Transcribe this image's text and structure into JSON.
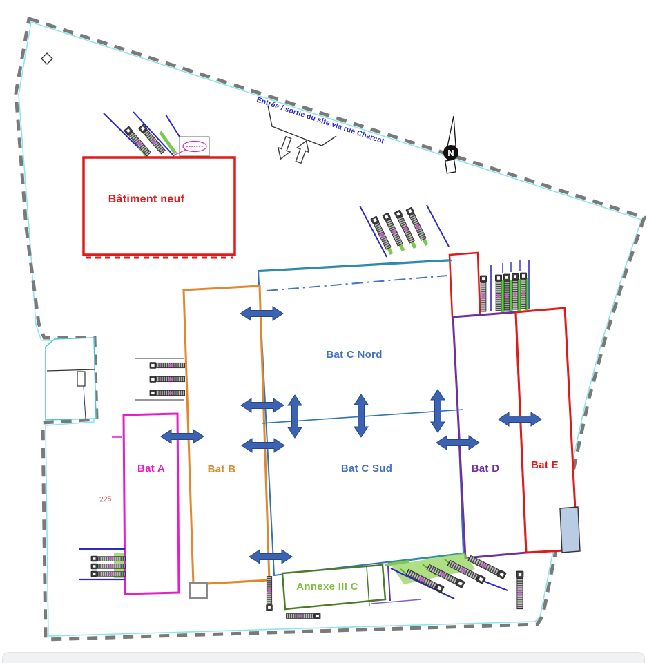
{
  "plan": {
    "road_label": "Entrée / sortie du site via rue Charcot",
    "north_label": "N",
    "dimension_label": "225"
  },
  "buildings": {
    "batiment_neuf": {
      "label": "Bâtiment neuf",
      "color": "#e01a1a"
    },
    "bat_a": {
      "label": "Bat A",
      "color": "#e81cc8"
    },
    "bat_b": {
      "label": "Bat B",
      "color": "#e2872e"
    },
    "bat_c_nord": {
      "label": "Bat C Nord",
      "color": "#4472c4"
    },
    "bat_c_sud": {
      "label": "Bat C Sud",
      "color": "#4472c4"
    },
    "bat_d": {
      "label": "Bat D",
      "color": "#7030a0"
    },
    "bat_e": {
      "label": "Bat E",
      "color": "#e01a1a"
    },
    "annexe_iii_c": {
      "label": "Annexe III C",
      "color": "#7fbe3e"
    }
  },
  "outline_colors": {
    "bat_c_outline": "#2e75b6",
    "dock_edge": "#2e8fa8",
    "annexe_border": "#4e7a2c",
    "boundary_dash": "#7a7a7a",
    "boundary_cyan": "#8ae6ec",
    "flow_arrow": "#3b63b1",
    "road_text": "#2626d9",
    "dimension_text": "#e06060"
  }
}
